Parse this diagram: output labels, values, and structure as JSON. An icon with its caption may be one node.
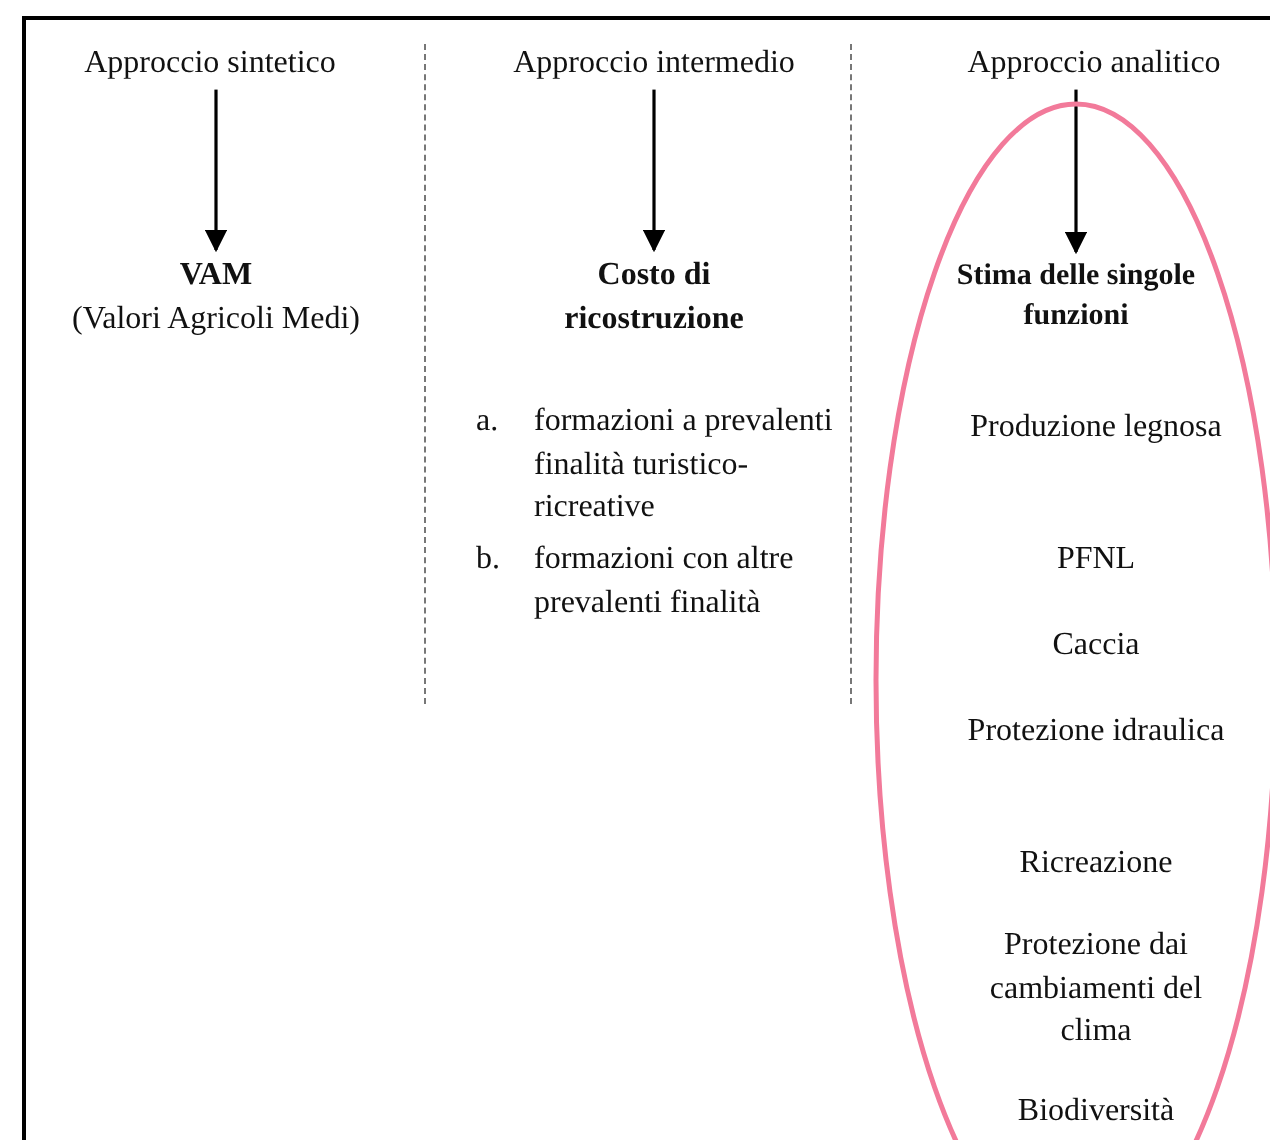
{
  "diagram": {
    "nodes": [
      {
        "text": [
          "Approccio sintetico"
        ]
      },
      {
        "text": [
          "Approccio intermedio"
        ]
      },
      {
        "text": [
          "Approccio analitico"
        ]
      },
      {
        "text": [
          "VAM",
          "(Valori Agricoli Medi)"
        ]
      },
      {
        "text": [
          "Costo di ricostruzione"
        ]
      },
      {
        "text": [],
        "shape": "ellipse"
      },
      {
        "text": [
          "Stima delle singole funzioni"
        ],
        "in": 5
      }
    ],
    "edges": [
      {
        "from": 0,
        "to": 3,
        "arrow": "to"
      },
      {
        "from": 1,
        "to": 4,
        "arrow": "to"
      },
      {
        "from": 2,
        "to": 6,
        "arrow": "to"
      }
    ],
    "labels": [
      "a.",
      "formazioni a prevalenti finalità turistico-ricreative",
      "b.",
      "formazioni con altre prevalenti finalità",
      "Produzione legnosa",
      "PFNL",
      "Caccia",
      "Protezione idraulica",
      "Ricreazione",
      "Protezione dai cambiamenti del clima",
      "Biodiversità"
    ]
  }
}
